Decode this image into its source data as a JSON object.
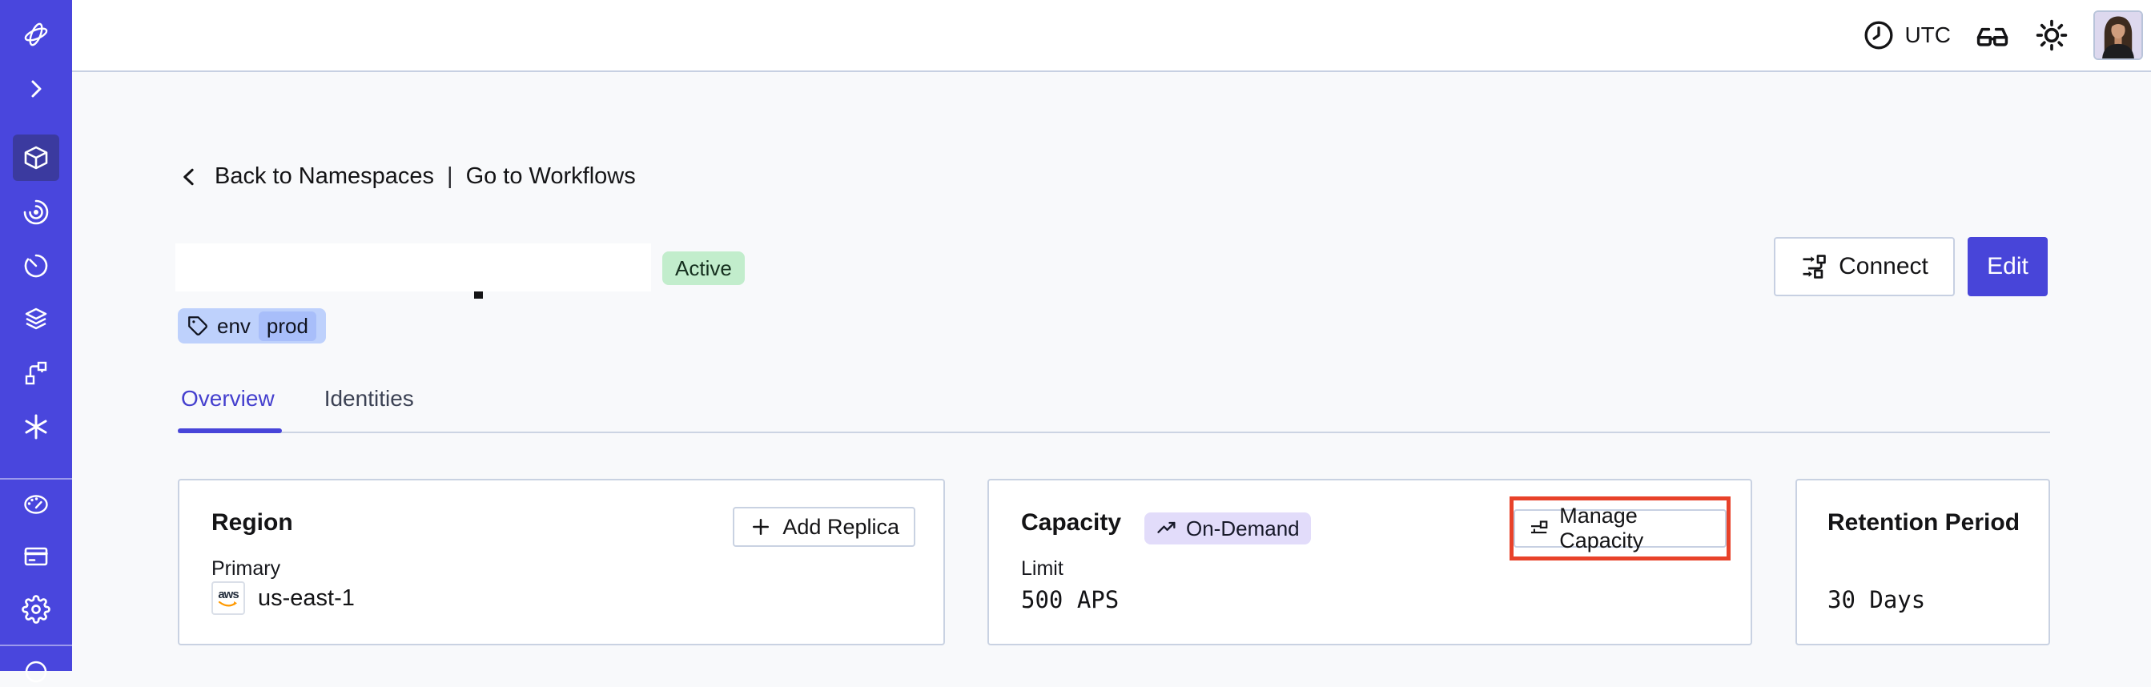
{
  "topbar": {
    "timezone": "UTC"
  },
  "breadcrumb": {
    "back_label": "Back to Namespaces",
    "separator": "|",
    "go_label": "Go to Workflows"
  },
  "namespace": {
    "status": "Active",
    "tag_key": "env",
    "tag_value": "prod"
  },
  "actions": {
    "connect": "Connect",
    "edit": "Edit"
  },
  "tabs": [
    {
      "label": "Overview"
    },
    {
      "label": "Identities"
    }
  ],
  "cards": {
    "region": {
      "title": "Region",
      "add_replica": "Add Replica",
      "field_label": "Primary",
      "provider": "aws",
      "value": "us-east-1"
    },
    "capacity": {
      "title": "Capacity",
      "badge": "On-Demand",
      "manage": "Manage Capacity",
      "field_label": "Limit",
      "value": "500 APS"
    },
    "retention": {
      "title": "Retention Period",
      "value": "30 Days"
    }
  },
  "colors": {
    "accent": "#4845d9",
    "sidebar": "#4946dd",
    "status_active_bg": "#c2edcc",
    "tag_bg": "#bed1fc",
    "on_demand_bg": "#e2dcfa",
    "annotation_red": "#e8422a"
  }
}
